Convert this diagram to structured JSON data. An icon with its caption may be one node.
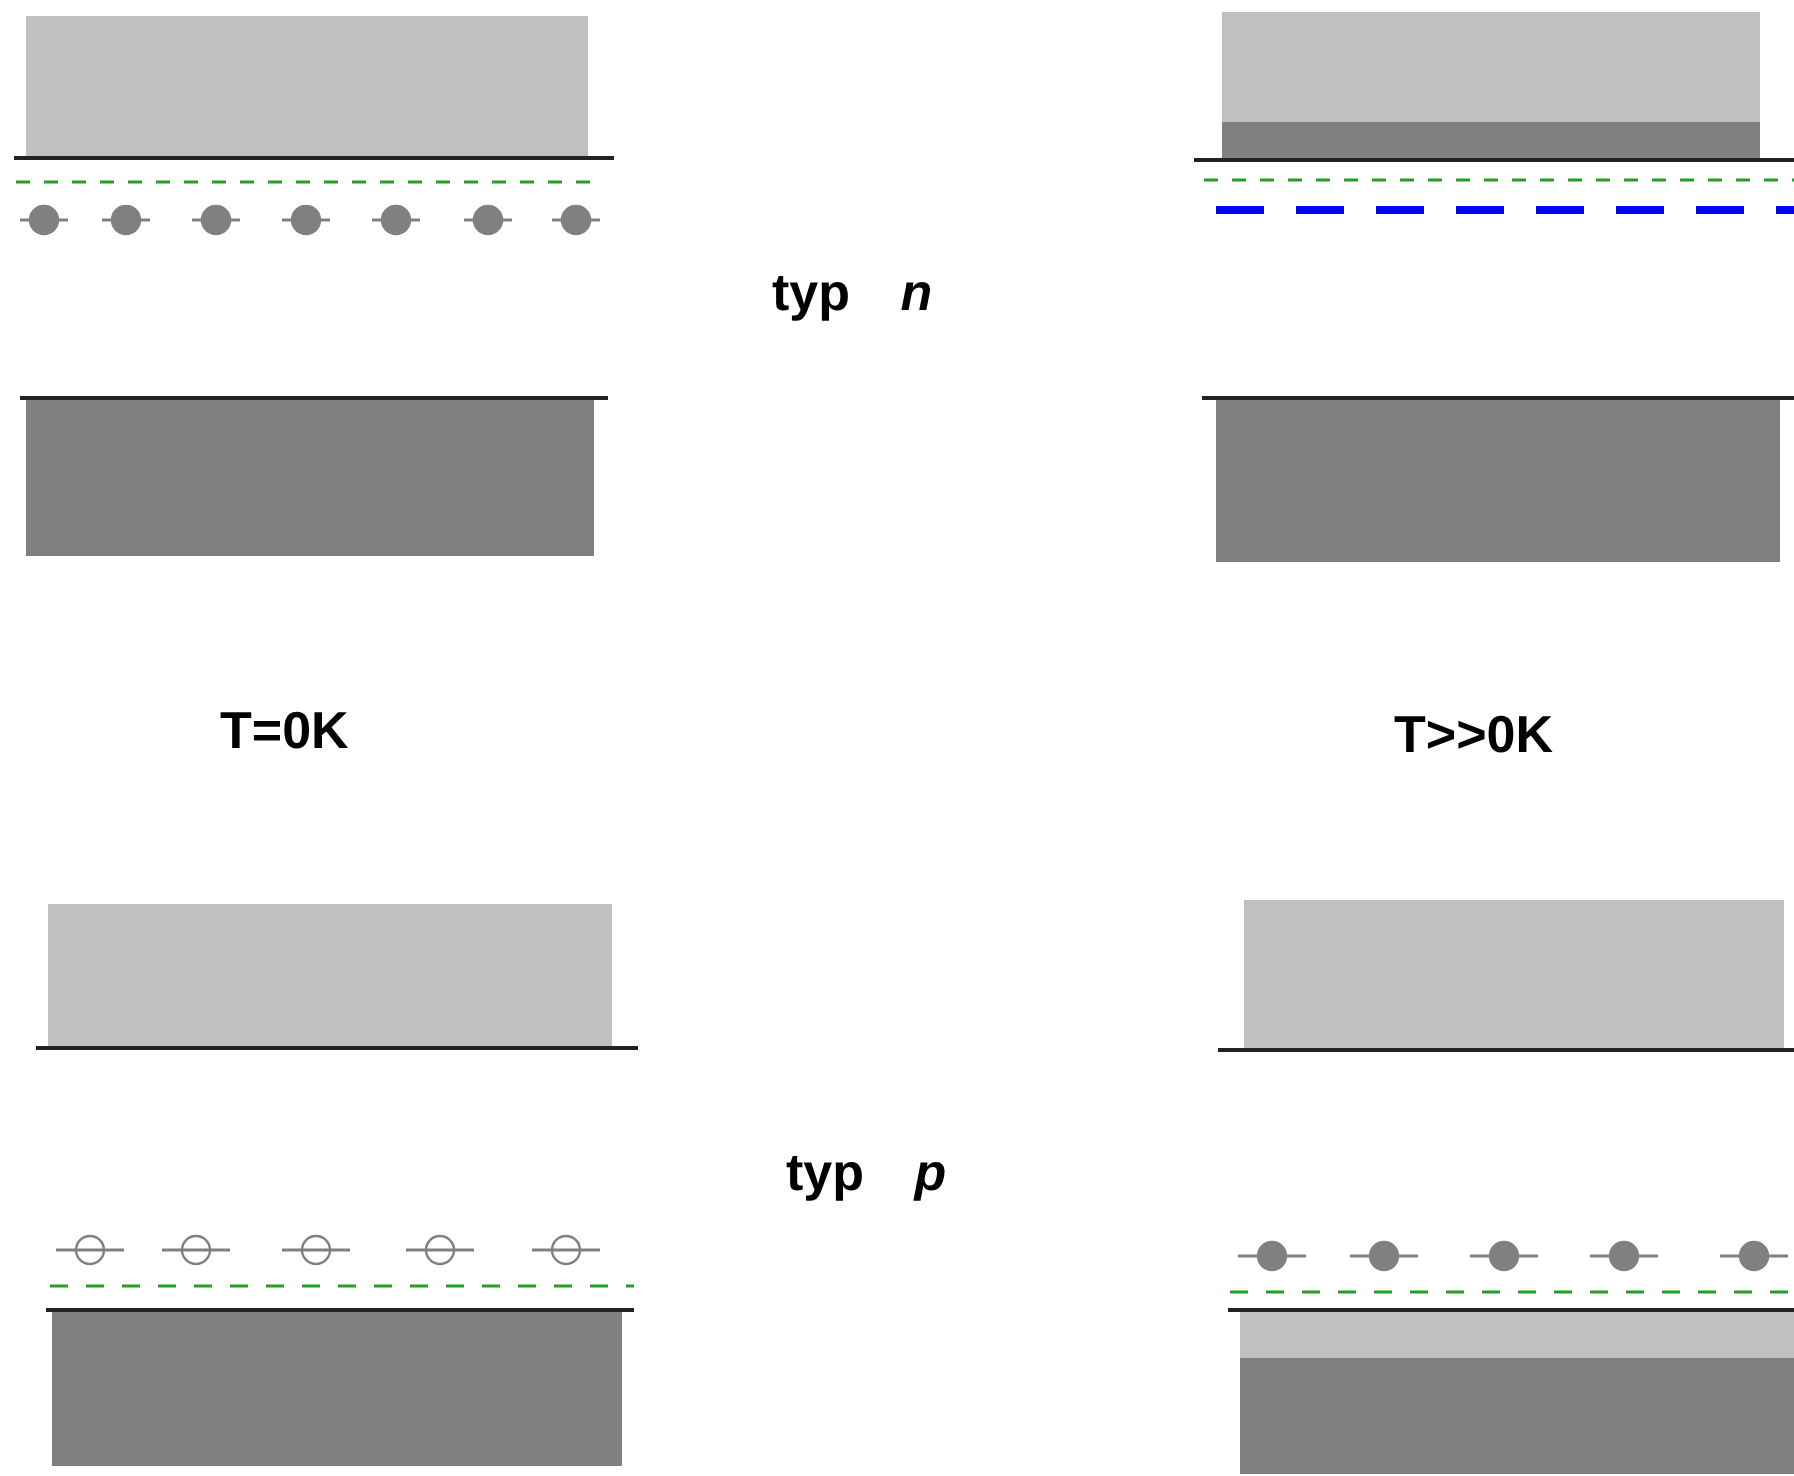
{
  "diagram": {
    "labels": [
      "typ *n*",
      "T=0K",
      "T>>0K",
      "typ *p*"
    ]
  }
}
